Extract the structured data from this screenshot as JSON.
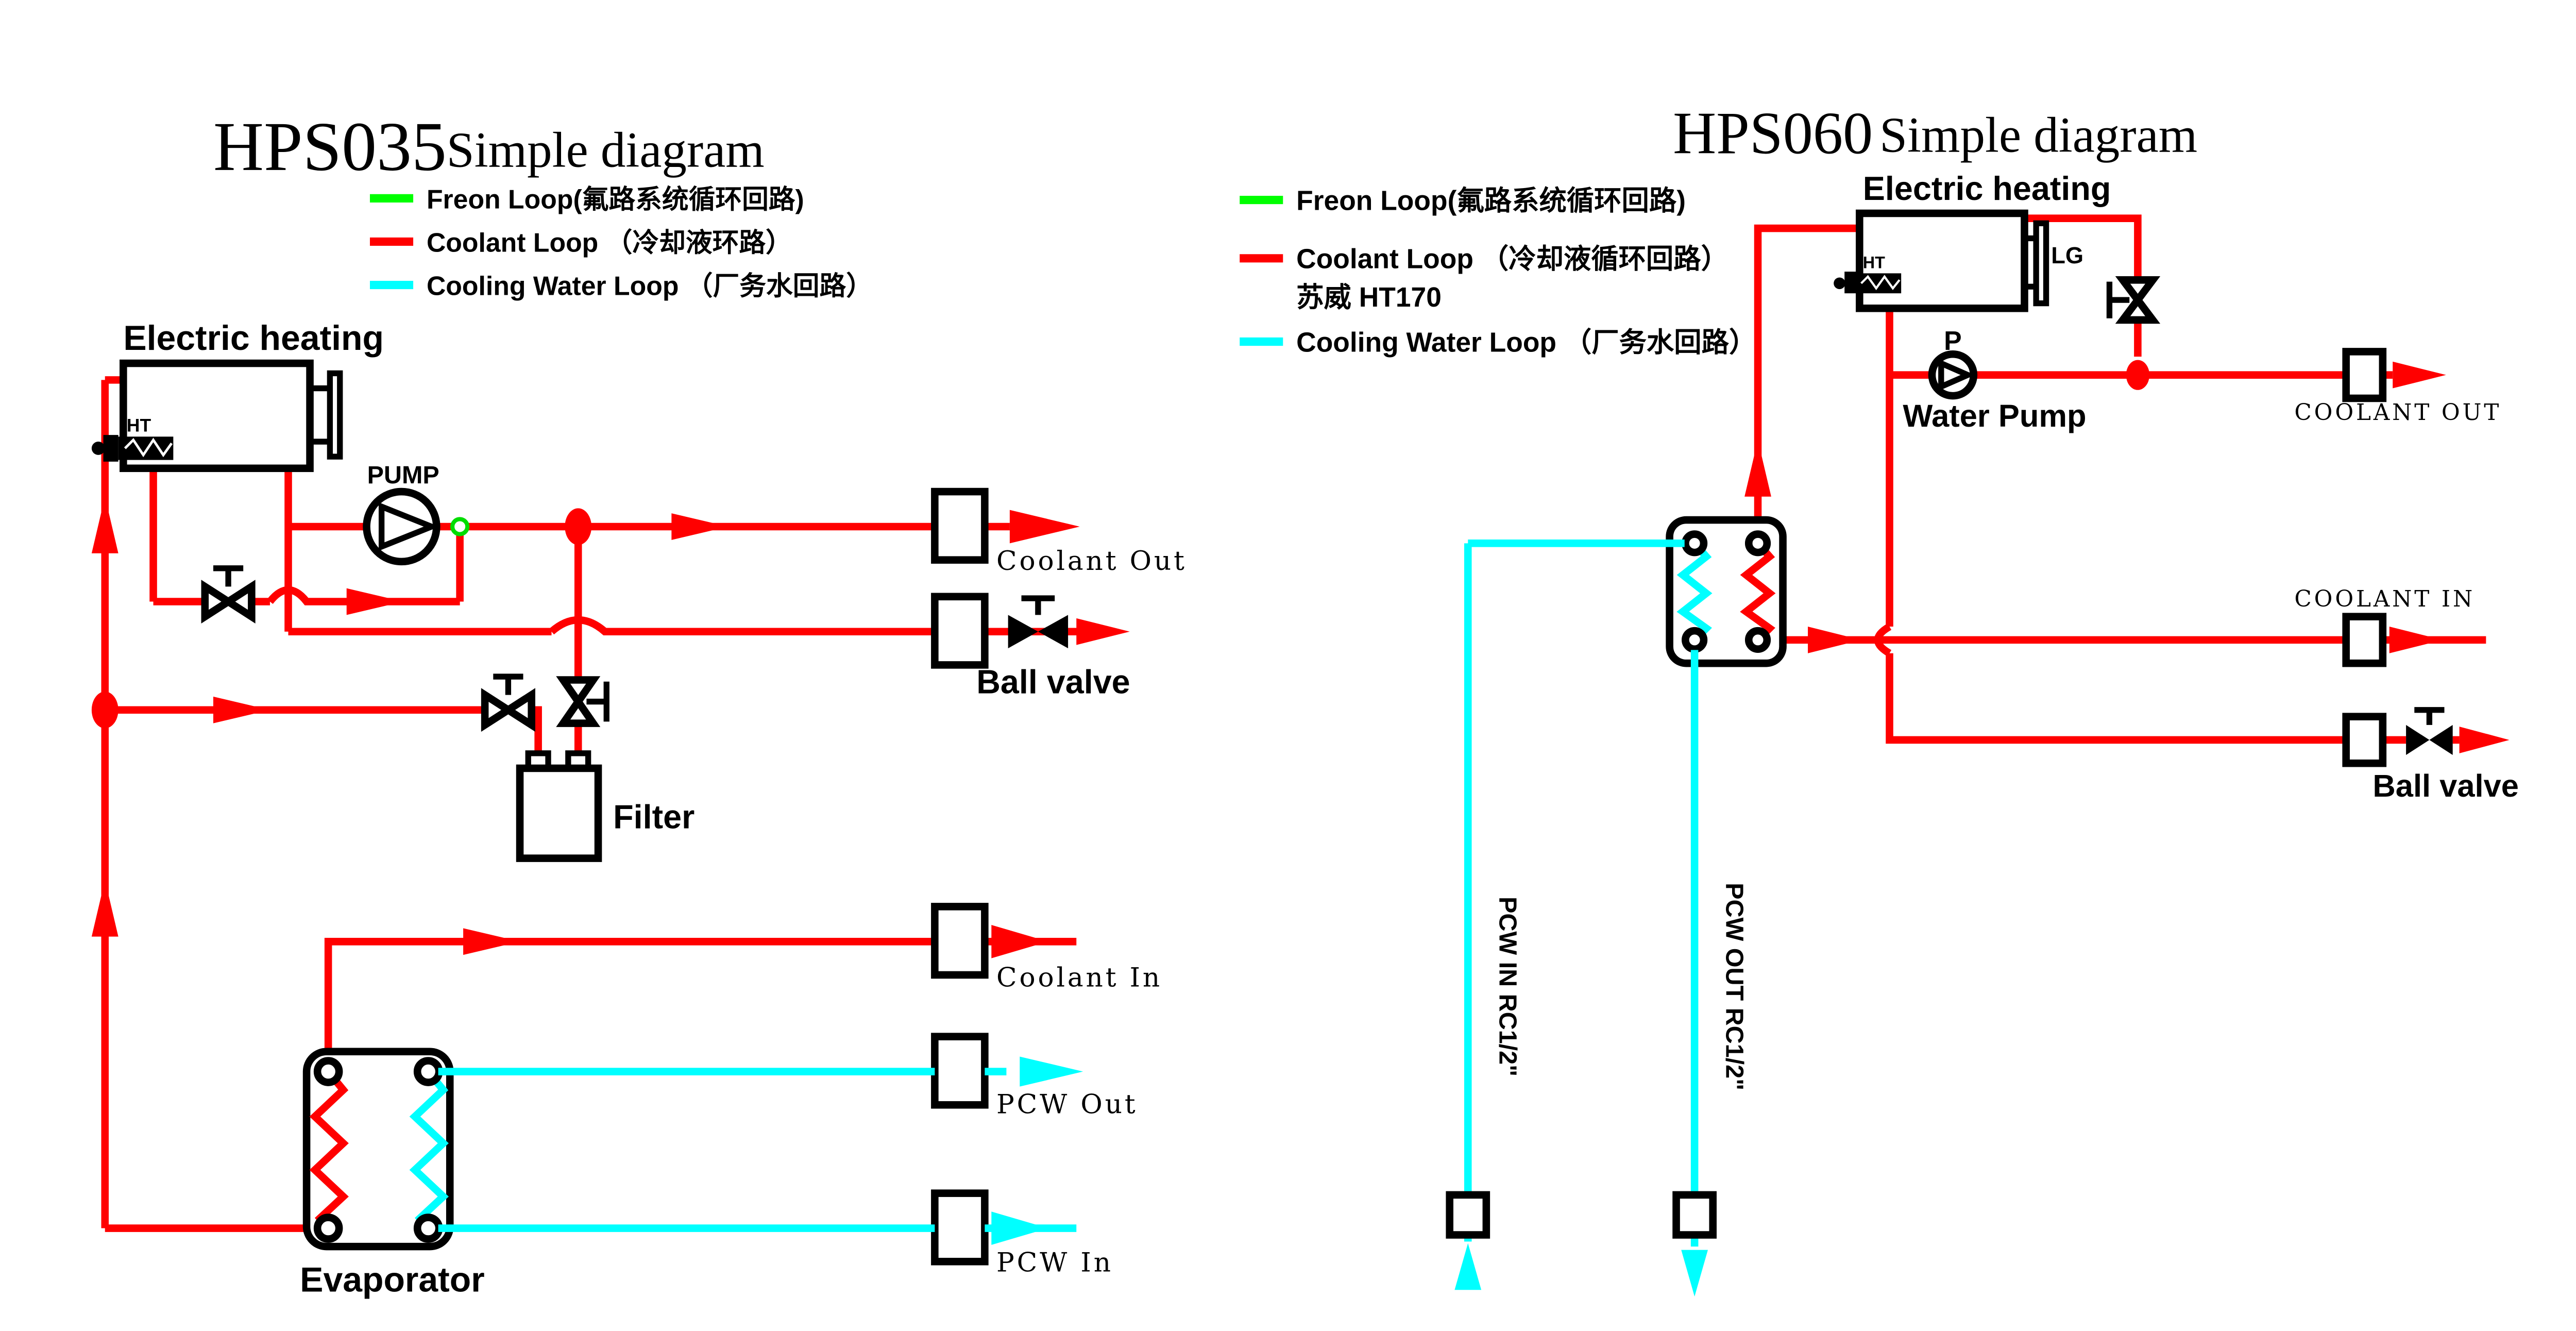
{
  "colors": {
    "freon_loop": "#00ff00",
    "coolant_loop": "#ff0000",
    "cooling_water_loop": "#00ffff",
    "line_black": "#000000"
  },
  "hps035": {
    "title": "HPS035",
    "subtitle": "Simple diagram",
    "legend": [
      {
        "label": "Freon Loop(氟路系统循环回路)",
        "color": "#00ff00"
      },
      {
        "label": "Coolant Loop （冷却液环路）",
        "color": "#ff0000"
      },
      {
        "label": "Cooling Water Loop （厂务水回路）",
        "color": "#00ffff"
      }
    ],
    "labels": {
      "electric_heating": "Electric heating",
      "ht": "HT",
      "pump": "PUMP",
      "coolant_out": "Coolant Out",
      "ball_valve": "Ball valve",
      "filter": "Filter",
      "coolant_in": "Coolant In",
      "pcw_out": "PCW Out",
      "pcw_in": "PCW In",
      "evaporator": "Evaporator"
    }
  },
  "hps060": {
    "title": "HPS060",
    "subtitle": "Simple diagram",
    "legend": [
      {
        "label": "Freon Loop(氟路系统循环回路)",
        "color": "#00ff00"
      },
      {
        "label": "Coolant Loop （冷却液循环回路）",
        "note": "苏威 HT170",
        "color": "#ff0000"
      },
      {
        "label": "Cooling Water Loop （厂务水回路）",
        "color": "#00ffff"
      }
    ],
    "labels": {
      "electric_heating": "Electric heating",
      "ht": "HT",
      "lg": "LG",
      "p": "P",
      "water_pump": "Water Pump",
      "coolant_out": "COOLANT OUT",
      "coolant_in": "COOLANT IN",
      "ball_valve": "Ball valve",
      "pcw_in_port": "PCW IN RC1/2\"",
      "pcw_out_port": "PCW OUT RC1/2\""
    }
  }
}
